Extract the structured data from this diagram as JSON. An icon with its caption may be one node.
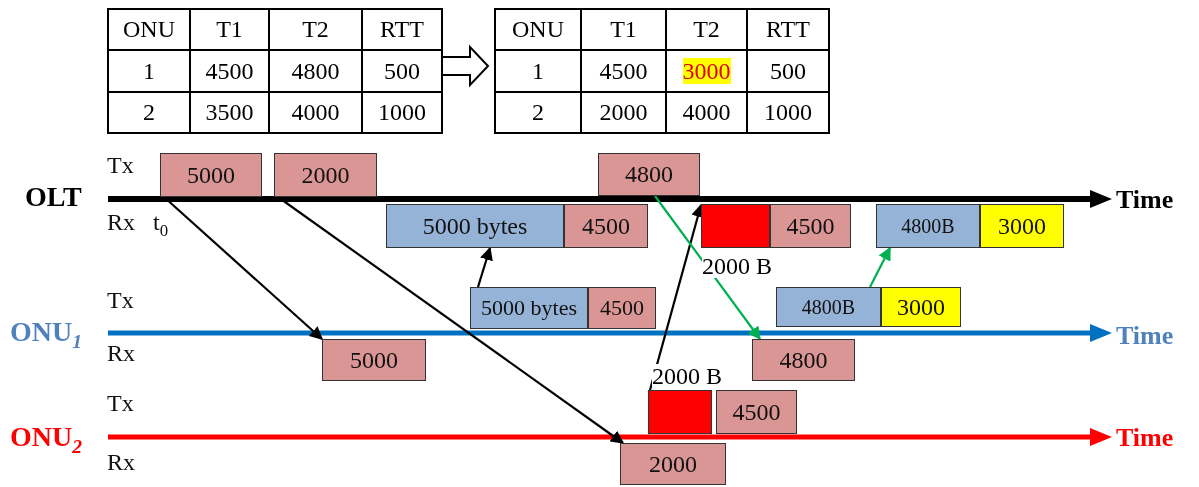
{
  "diagram": {
    "nodes": [
      {
        "text": [
          "5000"
        ]
      },
      {
        "text": [
          "2000"
        ]
      },
      {
        "text": [
          "4800"
        ]
      },
      {
        "text": [
          "5000 bytes"
        ]
      },
      {
        "text": [
          "4500"
        ]
      },
      {
        "text": [],
        "shape": "box",
        "beside": [
          "2000 B"
        ]
      },
      {
        "text": [
          "4500"
        ]
      },
      {
        "text": [
          "4800B"
        ]
      },
      {
        "text": [
          "3000"
        ]
      },
      {
        "text": [
          "5000 bytes"
        ]
      },
      {
        "text": [
          "4500"
        ]
      },
      {
        "text": [
          "4800B"
        ]
      },
      {
        "text": [
          "3000"
        ]
      },
      {
        "text": [
          "5000"
        ]
      },
      {
        "text": [
          "4800"
        ]
      },
      {
        "text": [],
        "shape": "box",
        "beside": [
          "2000 B"
        ]
      },
      {
        "text": [
          "4500"
        ]
      },
      {
        "text": [
          "2000"
        ]
      }
    ],
    "edges": [
      {
        "from": 0,
        "to": 13,
        "arrow": "to"
      },
      {
        "from": 1,
        "to": 17,
        "arrow": "to"
      },
      {
        "from": 9,
        "to": 3,
        "arrow": "to"
      },
      {
        "from": 15,
        "to": 5,
        "arrow": "to"
      },
      {
        "from": 2,
        "to": 14,
        "arrow": "to",
        "color": "#00b050"
      },
      {
        "from": 11,
        "to": 7,
        "arrow": "to",
        "color": "#00b050"
      }
    ],
    "labels": [
      "ONU",
      "T1",
      "T2",
      "RTT",
      "1",
      "4500",
      "4800",
      "500",
      "2",
      "3500",
      "4000",
      "1000",
      "ONU",
      "T1",
      "T2",
      "RTT",
      "1",
      "4500",
      "3000",
      "500",
      "2",
      "2000",
      "4000",
      "1000",
      "Tx",
      "OLT",
      "Rx",
      "t$_{0}$",
      "Time",
      "Tx",
      "ONU$_{1}$",
      "Rx",
      "Time",
      "Tx",
      "ONU$_{2}$",
      "Rx",
      "Time"
    ]
  }
}
